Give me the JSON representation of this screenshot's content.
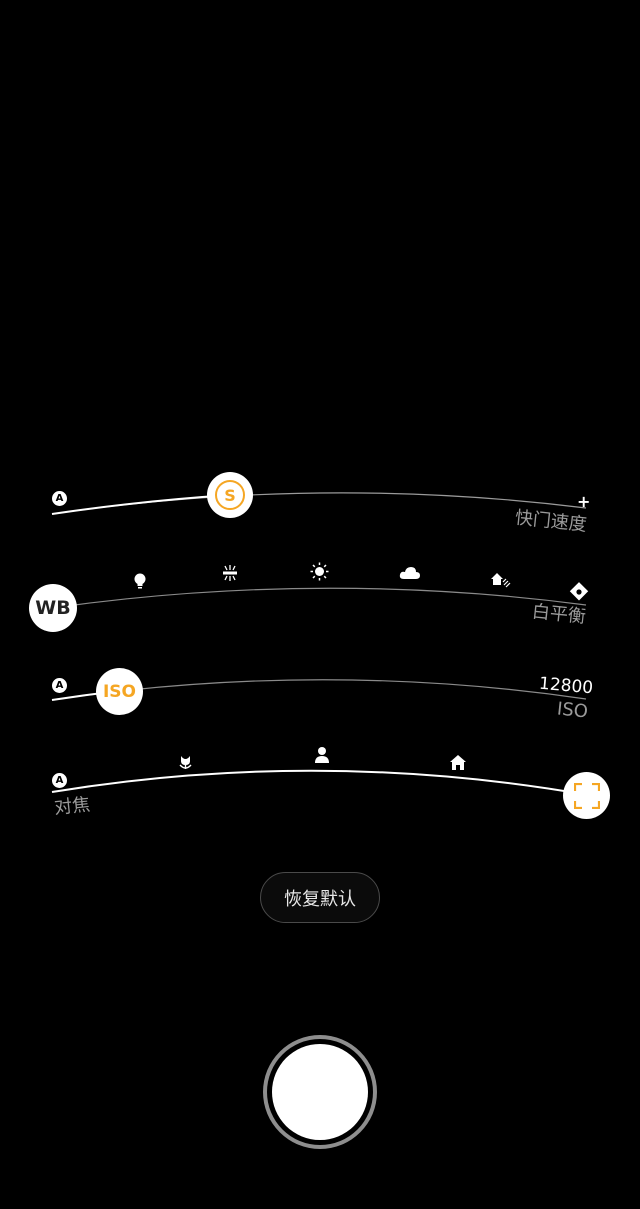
{
  "shutter_speed": {
    "auto_badge": "A",
    "knob_text": "S",
    "plus": "+",
    "label": "快门速度"
  },
  "white_balance": {
    "knob_text": "WB",
    "label": "白平衡",
    "presets": [
      "bulb-icon",
      "fluorescent-icon",
      "sun-icon",
      "cloud-icon",
      "shade-icon",
      "custom-wb-icon"
    ]
  },
  "iso": {
    "auto_badge": "A",
    "knob_text": "ISO",
    "max_value": "12800",
    "label": "ISO"
  },
  "focus": {
    "auto_badge": "A",
    "label": "对焦",
    "presets": [
      "macro-icon",
      "portrait-icon",
      "landscape-icon"
    ]
  },
  "reset_button": "恢复默认",
  "colors": {
    "accent": "#f5a623",
    "track_active": "#ffffff",
    "track_inactive": "#8a8a8a",
    "background": "#000000"
  }
}
